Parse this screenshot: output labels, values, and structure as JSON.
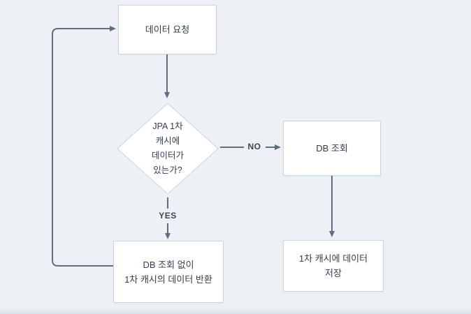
{
  "canvas": {
    "background": "#edf1f5",
    "footer_shade": "#dce3ea"
  },
  "colors": {
    "node_fill": "#ffffff",
    "node_border": "#ccd4dd",
    "arrow": "#5f6d7e",
    "node_text": "#333e4c",
    "edge_label_text": "#3b4653"
  },
  "diagram": {
    "type": "flowchart",
    "nodes": [
      {
        "id": "data-request",
        "shape": "rect",
        "label": "데이터 요청"
      },
      {
        "id": "cache-decision",
        "shape": "diamond",
        "label": "JPA 1차\n캐시에\n데이터가\n있는가?"
      },
      {
        "id": "db-query",
        "shape": "rect",
        "label": "DB 조회"
      },
      {
        "id": "return-from-cache",
        "shape": "rect",
        "label": "DB 조회 없이\n1차 캐시의 데이터 반환"
      },
      {
        "id": "save-to-cache",
        "shape": "rect",
        "label": "1차 캐시에 데이터\n저장"
      }
    ],
    "edges": [
      {
        "from": "data-request",
        "to": "cache-decision",
        "label": ""
      },
      {
        "from": "cache-decision",
        "to": "db-query",
        "label": "NO"
      },
      {
        "from": "cache-decision",
        "to": "return-from-cache",
        "label": "YES"
      },
      {
        "from": "db-query",
        "to": "save-to-cache",
        "label": ""
      },
      {
        "from": "return-from-cache",
        "to": "data-request",
        "label": ""
      }
    ]
  }
}
